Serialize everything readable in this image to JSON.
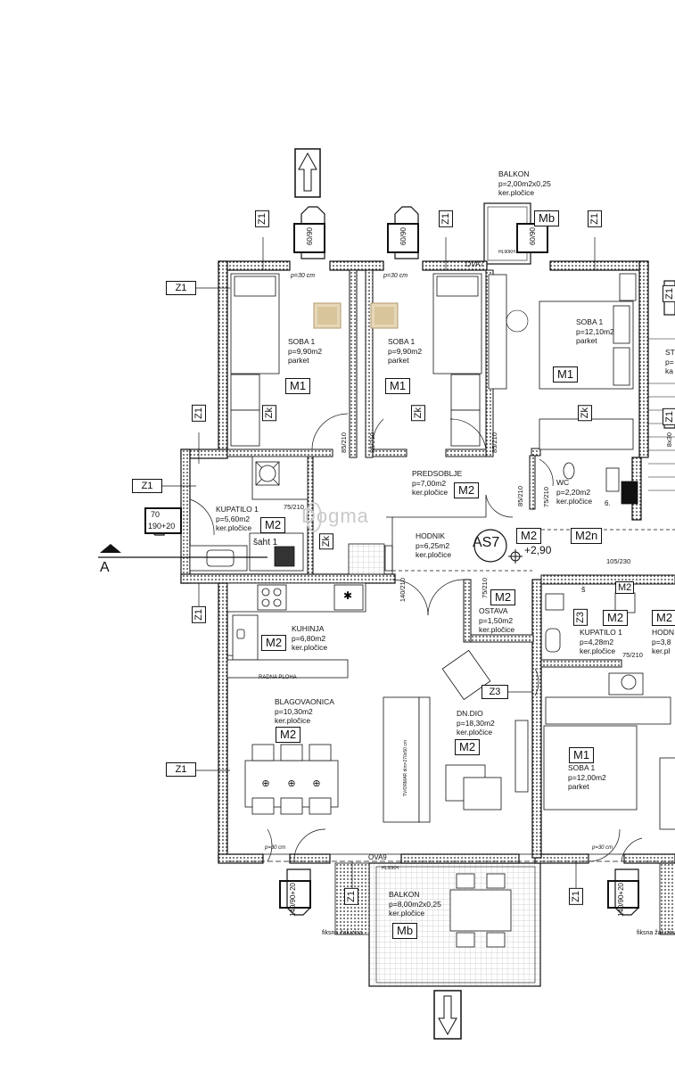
{
  "rooms": [
    {
      "id": "soba1a",
      "name": "SOBA 1",
      "area": "p=9,90m2",
      "floor": "parket",
      "tag": "M1"
    },
    {
      "id": "soba1b",
      "name": "SOBA 1",
      "area": "p=9,90m2",
      "floor": "parket",
      "tag": "M1"
    },
    {
      "id": "soba1c",
      "name": "SOBA 1",
      "area": "p=12,10m2",
      "floor": "parket",
      "tag": "M1"
    },
    {
      "id": "predsoblje",
      "name": "PREDSOBLJE",
      "area": "p=7,00m2",
      "floor": "ker.pločice",
      "tag": "M2"
    },
    {
      "id": "wc",
      "name": "WC",
      "area": "p=2,20m2",
      "floor": "ker.pločice"
    },
    {
      "id": "kupatilo1a",
      "name": "KUPATILO 1",
      "area": "p=5,60m2",
      "floor": "ker.pločice",
      "tag": "M2"
    },
    {
      "id": "hodnik",
      "name": "HODNIK",
      "area": "p=6,25m2",
      "floor": "ker.pločice",
      "tag": "M2"
    },
    {
      "id": "ostava",
      "name": "OSTAVA",
      "area": "p=1,50m2",
      "floor": "ker.pločice",
      "tag": "M2"
    },
    {
      "id": "kuhinja",
      "name": "KUHINJA",
      "area": "p=6,80m2",
      "floor": "ker.pločice",
      "tag": "M2"
    },
    {
      "id": "blagovaonica",
      "name": "BLAGOVAONICA",
      "area": "p=10,30m2",
      "floor": "ker.pločice",
      "tag": "M2"
    },
    {
      "id": "dndio",
      "name": "DN.DIO",
      "area": "p=18,30m2",
      "floor": "ker.pločice",
      "tag": "M2"
    },
    {
      "id": "kupatilo1b",
      "name": "KUPATILO 1",
      "area": "p=4,28m2",
      "floor": "ker.pločice",
      "tag": "M2"
    },
    {
      "id": "hodn2",
      "name": "HODN",
      "area": "p=3,8",
      "floor": "ker.pl",
      "tag": "M2"
    },
    {
      "id": "soba1d",
      "name": "SOBA 1",
      "area": "p=12,00m2",
      "floor": "parket",
      "tag": "M1"
    },
    {
      "id": "balkon_top",
      "name": "BALKON",
      "area": "p=2,00m2x0,25",
      "floor": "ker.pločice",
      "tag": "Mb"
    },
    {
      "id": "balkon_bot",
      "name": "BALKON",
      "area": "p=8,00m2x0,25",
      "floor": "ker.pločice",
      "tag": "Mb"
    },
    {
      "id": "st",
      "name": "ST",
      "area": "p=",
      "floor": "ka"
    }
  ],
  "labels": {
    "z1": "Z1",
    "zk": "Zk",
    "z3": "Z3",
    "m2n": "M2n",
    "as7": "AS7",
    "level": "+2,90",
    "saht": "šaht 1",
    "radna_ploha": "RADNA PLOHA",
    "section": "A",
    "fiksna": "fiksna žaluzina",
    "tv": "TV/ORMAR dim=270x50 cm",
    "ova7": "OVA7",
    "ova9": "OVA9",
    "hl90": "HL90KH",
    "m2_cut": "M2",
    "num_6": "6.",
    "window_70": "70",
    "window_190": "190+20",
    "p30": "p=30 cm",
    "cut_s": "š",
    "win_top1": "60/90",
    "win_top2": "60/90",
    "win_top3": "60/90",
    "win_bot1": "140/90+20",
    "win_bot2": "140/90+20"
  },
  "dims": {
    "d85_210": "85/210",
    "d75_210": "75/210",
    "d105_230": "105/230",
    "d140_210": "140/210",
    "d75_210b": "75/210",
    "d75_210c": "75/210",
    "d8_30": "8x30"
  },
  "watermark": "Dogma"
}
